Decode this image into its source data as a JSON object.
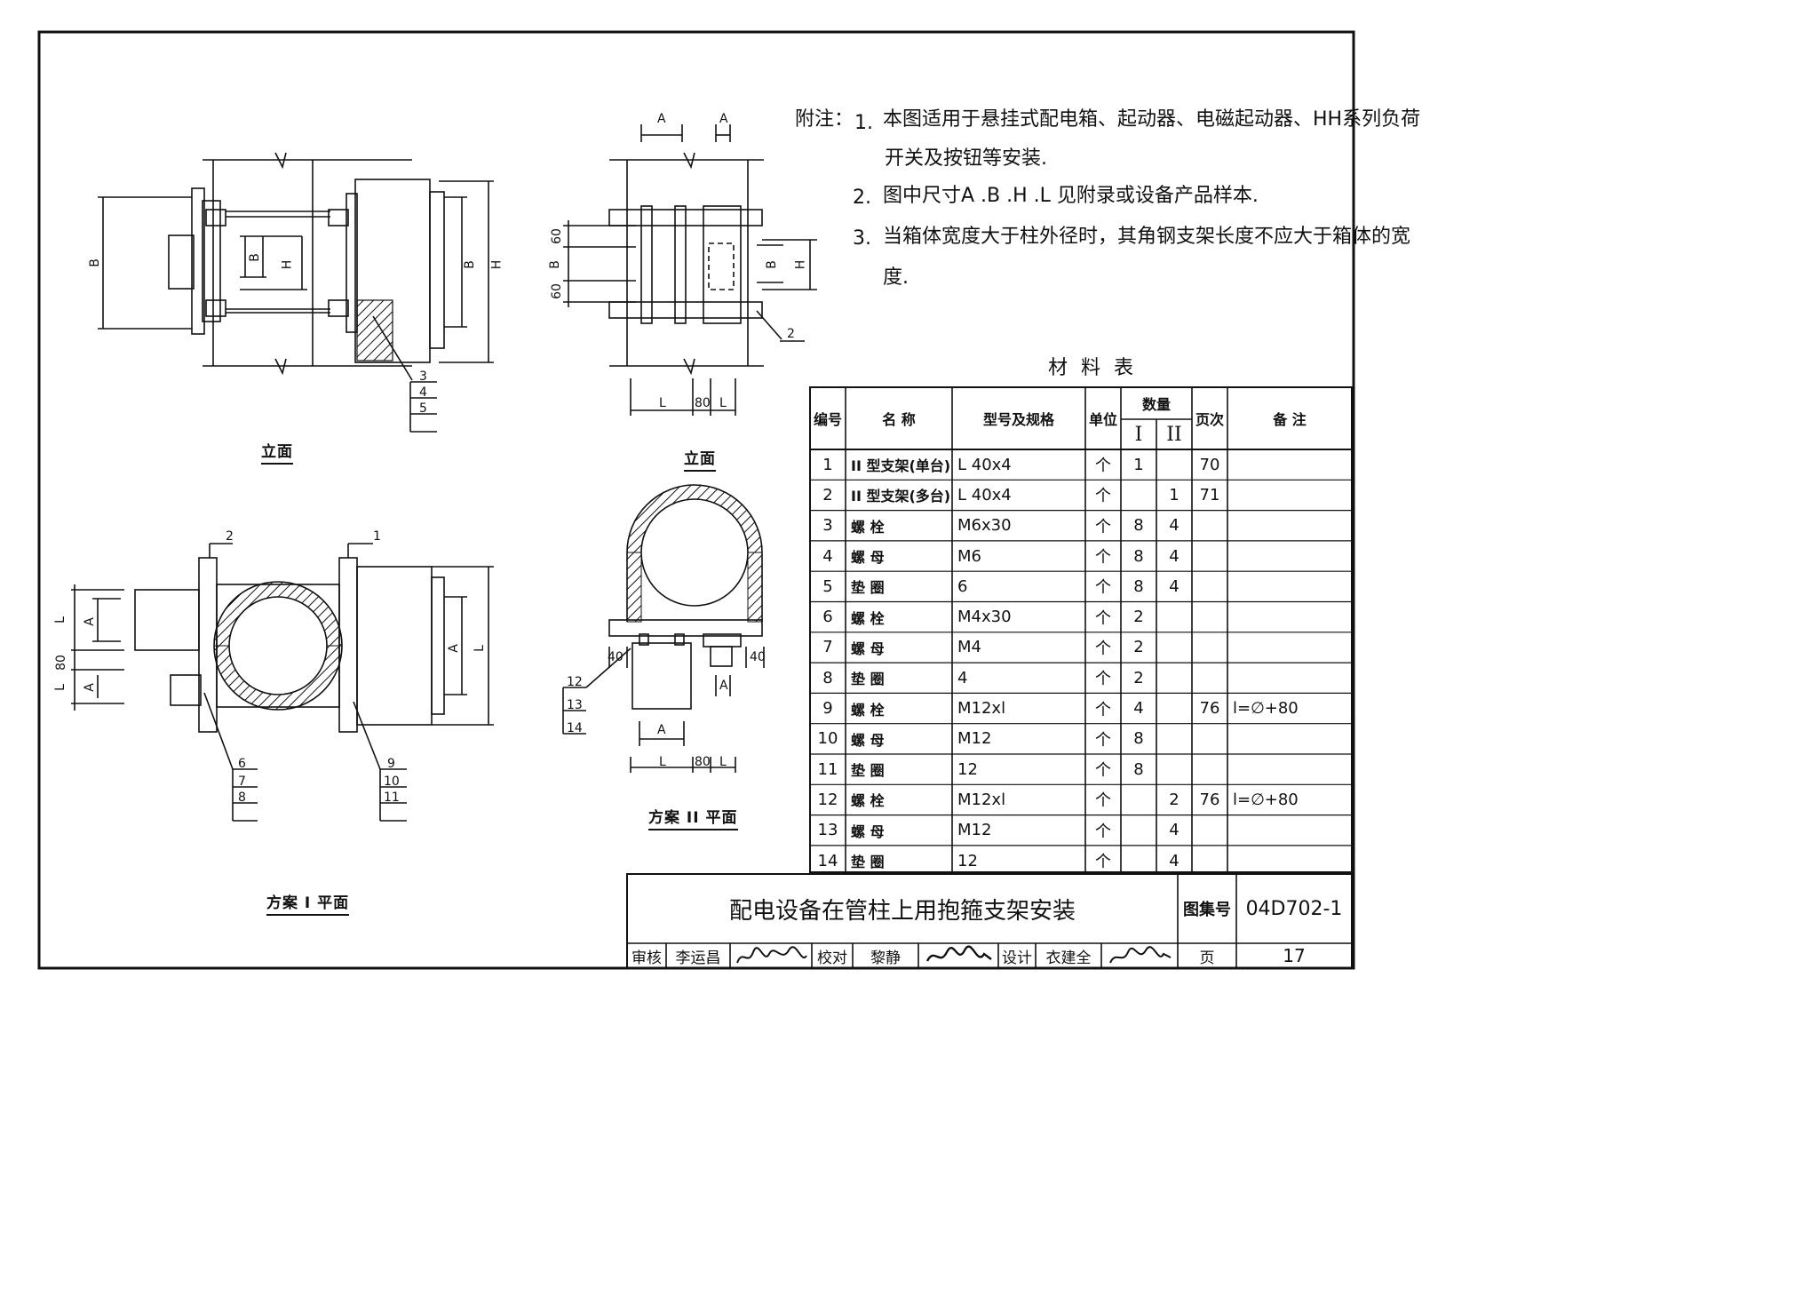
{
  "notes": {
    "heading": "附注：",
    "items": [
      {
        "num": "1.",
        "lines": [
          "本图适用于悬挂式配电箱、起动器、电磁起动器、HH系列负荷",
          "开关及按钮等安装."
        ]
      },
      {
        "num": "2.",
        "lines": [
          "图中尺寸A .B .H .L 见附录或设备产品样本."
        ]
      },
      {
        "num": "3.",
        "lines": [
          "当箱体宽度大于柱外径时，其角钢支架长度不应大于箱体的宽",
          "度."
        ]
      }
    ]
  },
  "views": {
    "elev_left_caption": "立面",
    "elev_right_caption": "立面",
    "plan1_caption": "方案 I 平面",
    "plan2_caption": "方案 II 平面"
  },
  "dims": {
    "A": "A",
    "B": "B",
    "H": "H",
    "L": "L",
    "d60": "60",
    "d80": "80",
    "d40": "40"
  },
  "callouts": [
    "1",
    "2",
    "3",
    "4",
    "5",
    "6",
    "7",
    "8",
    "9",
    "10",
    "11",
    "12",
    "13",
    "14"
  ],
  "table": {
    "title": "材 料 表",
    "headers": {
      "no": "编号",
      "name": "名  称",
      "spec": "型号及规格",
      "unit": "单位",
      "qty": "数量",
      "qty1": "I",
      "qty2": "II",
      "page": "页次",
      "remark": "备  注"
    },
    "rows": [
      {
        "no": "1",
        "name": "II 型支架(单台)",
        "spec": "L 40x4",
        "unit": "个",
        "q1": "1",
        "q2": "",
        "page": "70",
        "remark": ""
      },
      {
        "no": "2",
        "name": "II 型支架(多台)",
        "spec": "L 40x4",
        "unit": "个",
        "q1": "",
        "q2": "1",
        "page": "71",
        "remark": ""
      },
      {
        "no": "3",
        "name": "螺    栓",
        "spec": "M6x30",
        "unit": "个",
        "q1": "8",
        "q2": "4",
        "page": "",
        "remark": ""
      },
      {
        "no": "4",
        "name": "螺    母",
        "spec": "M6",
        "unit": "个",
        "q1": "8",
        "q2": "4",
        "page": "",
        "remark": ""
      },
      {
        "no": "5",
        "name": "垫    圈",
        "spec": "6",
        "unit": "个",
        "q1": "8",
        "q2": "4",
        "page": "",
        "remark": ""
      },
      {
        "no": "6",
        "name": "螺    栓",
        "spec": "M4x30",
        "unit": "个",
        "q1": "2",
        "q2": "",
        "page": "",
        "remark": ""
      },
      {
        "no": "7",
        "name": "螺    母",
        "spec": "M4",
        "unit": "个",
        "q1": "2",
        "q2": "",
        "page": "",
        "remark": ""
      },
      {
        "no": "8",
        "name": "垫    圈",
        "spec": "4",
        "unit": "个",
        "q1": "2",
        "q2": "",
        "page": "",
        "remark": ""
      },
      {
        "no": "9",
        "name": "螺    栓",
        "spec": "M12xl",
        "unit": "个",
        "q1": "4",
        "q2": "",
        "page": "76",
        "remark": "l=∅+80"
      },
      {
        "no": "10",
        "name": "螺    母",
        "spec": "M12",
        "unit": "个",
        "q1": "8",
        "q2": "",
        "page": "",
        "remark": ""
      },
      {
        "no": "11",
        "name": "垫    圈",
        "spec": "12",
        "unit": "个",
        "q1": "8",
        "q2": "",
        "page": "",
        "remark": ""
      },
      {
        "no": "12",
        "name": "螺    栓",
        "spec": "M12xl",
        "unit": "个",
        "q1": "",
        "q2": "2",
        "page": "76",
        "remark": "l=∅+80"
      },
      {
        "no": "13",
        "name": "螺    母",
        "spec": "M12",
        "unit": "个",
        "q1": "",
        "q2": "4",
        "page": "",
        "remark": ""
      },
      {
        "no": "14",
        "name": "垫    圈",
        "spec": "12",
        "unit": "个",
        "q1": "",
        "q2": "4",
        "page": "",
        "remark": ""
      }
    ]
  },
  "title_block": {
    "title": "配电设备在管柱上用抱箍支架安装",
    "atlas_label": "图集号",
    "atlas_no": "04D702-1",
    "review_label": "审核",
    "reviewer": "李运昌",
    "check_label": "校对",
    "checker": "黎静",
    "design_label": "设计",
    "designer": "衣建全",
    "page_label": "页",
    "page_no": "17"
  },
  "colors": {
    "ink": "#111111",
    "paper": "#ffffff"
  }
}
